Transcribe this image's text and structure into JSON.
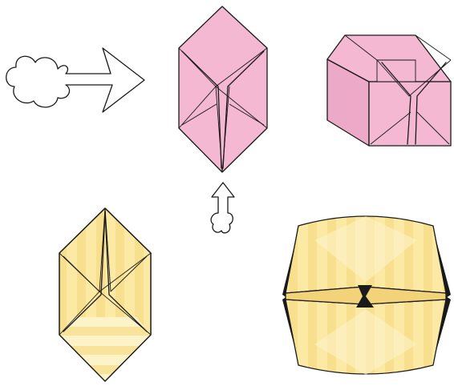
{
  "diagram": {
    "steps": [
      {
        "id": "pink-diamond",
        "description_icon": "inflate-arrow-icon"
      },
      {
        "id": "pink-box",
        "description_icon": "folded-cube-icon"
      },
      {
        "id": "yellow-diamond",
        "description_icon": "push-arrow-icon"
      },
      {
        "id": "yellow-lantern",
        "description_icon": "finished-model-icon"
      }
    ],
    "colors": {
      "pink_paper": "#f4b8d2",
      "pink_edge": "#e9a5c4",
      "yellow_paper": "#fbeaa6",
      "yellow_stripe": "#f7dd8a",
      "yellow_light": "#fdf4cf",
      "outline": "#1a1a1a",
      "background": "#ffffff"
    }
  }
}
